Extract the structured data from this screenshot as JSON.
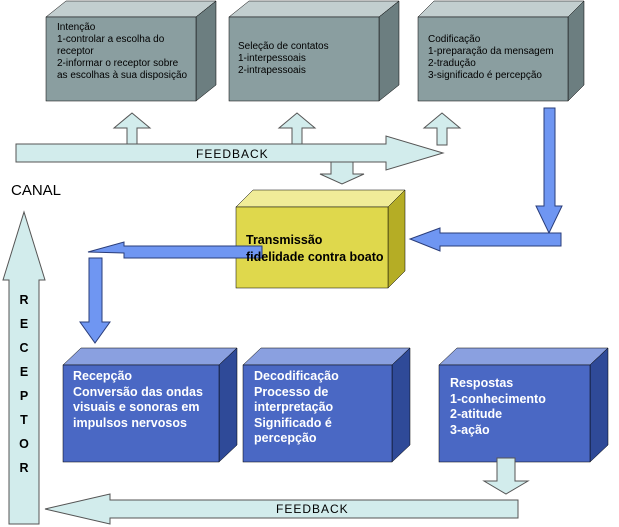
{
  "boxes": {
    "intencao": "Intenção\n1-controlar a escolha do receptor\n2-informar o receptor sobre as escolhas à sua disposição",
    "selecao": "Seleção de contatos\n1-interpessoais\n2-intrapessoais",
    "codificacao": "Codificação\n1-preparação da mensagem\n2-tradução\n3-significado é percepção",
    "transmissao": "Transmissão\nfidelidade contra boato",
    "recepcao": "Recepção\nConversão das ondas visuais e sonoras em impulsos nervosos",
    "decodificacao": "Decodificação\nProcesso de interpretação\nSignificado é percepção",
    "respostas": "Respostas\n1-conhecimento\n2-atitude\n3-ação"
  },
  "feedback_top": "FEEDBACK",
  "feedback_bottom": "FEEDBACK",
  "canal": "CANAL",
  "receptor_letters": [
    "R",
    "E",
    "C",
    "E",
    "P",
    "T",
    "O",
    "R"
  ],
  "colors": {
    "gray_front": "#8a9ea0",
    "gray_top": "#c2cecf",
    "gray_side": "#6c7e80",
    "blue_front": "#4a68c4",
    "blue_top": "#8aa0e0",
    "blue_side": "#2f4a98",
    "yellow_front": "#dfd84c",
    "yellow_top": "#f0ec98",
    "yellow_side": "#b5ad25",
    "arrow_light": "#d2ecec",
    "arrow_blue": "#6f96f2"
  }
}
